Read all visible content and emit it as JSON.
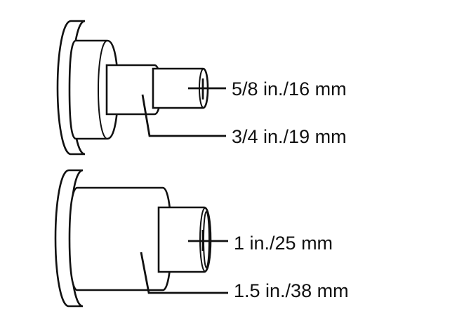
{
  "diagram": {
    "top_fitting": {
      "small_port_label": "5/8 in./16 mm",
      "large_port_label": "3/4 in./19 mm"
    },
    "bottom_fitting": {
      "small_port_label": "1 in./25 mm",
      "large_port_label": "1.5 in./38 mm"
    }
  }
}
